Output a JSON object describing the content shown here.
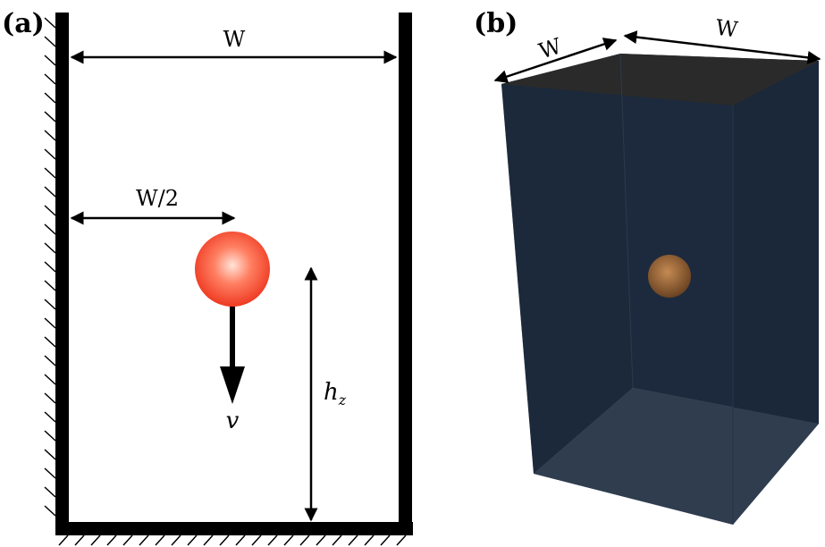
{
  "panel_a": {
    "label": "(a)",
    "width_label": "W",
    "half_width_label": "W/2",
    "velocity_label": "v",
    "height_label_base": "h",
    "height_label_sub": "z"
  },
  "panel_b": {
    "label": "(b)",
    "depth_label": "W",
    "width_label": "W"
  },
  "colors": {
    "wall": "#000000",
    "sphere_center": "#ffd0c0",
    "sphere_edge": "#ee3a22",
    "box_front": "#1d2a3c",
    "box_top": "#2a2a2a",
    "box_floor": "#2e3b4c",
    "particle_3d": "#9a6a3c"
  }
}
